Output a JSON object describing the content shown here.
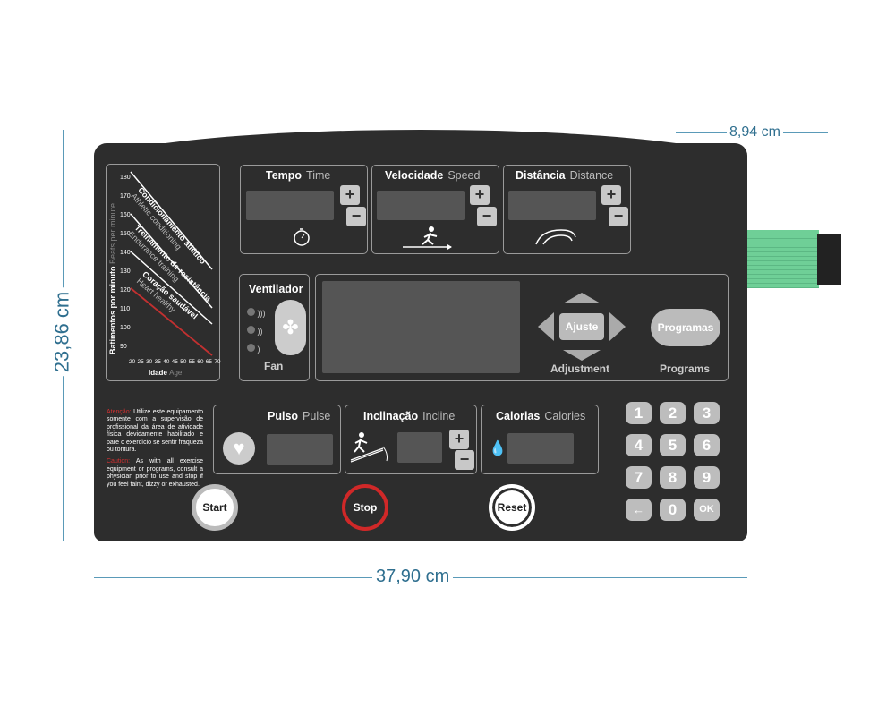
{
  "dimensions": {
    "width": "37,90 cm",
    "height": "23,86 cm",
    "cable": "8,94 cm"
  },
  "chart": {
    "y_label_pt": "Batimentos por minuto",
    "y_label_en": "Beats per minute",
    "y_ticks": [
      "180",
      "170",
      "160",
      "150",
      "140",
      "130",
      "120",
      "110",
      "100",
      "90"
    ],
    "x_ticks": [
      "20",
      "25",
      "30",
      "35",
      "40",
      "45",
      "50",
      "55",
      "60",
      "65",
      "70"
    ],
    "x_label_pt": "Idade",
    "x_label_en": "Age",
    "zones": [
      {
        "pt": "Condicionamento atlético",
        "en": "Athletic conditioning"
      },
      {
        "pt": "Treinamento de resistência",
        "en": "Endurance training"
      },
      {
        "pt": "Coração saudável",
        "en": "Heart healthy"
      }
    ]
  },
  "displays": {
    "time": {
      "pt": "Tempo",
      "en": "Time"
    },
    "speed": {
      "pt": "Velocidade",
      "en": "Speed"
    },
    "distance": {
      "pt": "Distância",
      "en": "Distance"
    },
    "pulse": {
      "pt": "Pulso",
      "en": "Pulse"
    },
    "incline": {
      "pt": "Inclinação",
      "en": "Incline"
    },
    "calories": {
      "pt": "Calorias",
      "en": "Calories"
    }
  },
  "plus": "+",
  "minus": "−",
  "fan": {
    "pt": "Ventilador",
    "en": "Fan"
  },
  "adjust": {
    "center": "Ajuste",
    "label": "Adjustment"
  },
  "programs": {
    "button": "Programas",
    "label": "Programs"
  },
  "warning": {
    "pt_head": "Atenção:",
    "pt_text": "Utilize este equipamento somente com a supervisão de profissional da área de atividade física devidamente habilitado e pare o exercício se sentir fraqueza ou tontura.",
    "en_head": "Caution:",
    "en_text": "As with all exercise equipment or programs, consult a physician prior to use and stop if you feel faint, dizzy or exhausted."
  },
  "buttons": {
    "start": "Start",
    "stop": "Stop",
    "reset": "Reset"
  },
  "keypad": [
    "1",
    "2",
    "3",
    "4",
    "5",
    "6",
    "7",
    "8",
    "9",
    "←",
    "0",
    "OK"
  ],
  "colors": {
    "panel": "#2d2d2d",
    "stop_ring": "#d02828",
    "cable": "#6fcf97",
    "dimension": "#2f6f8f"
  }
}
